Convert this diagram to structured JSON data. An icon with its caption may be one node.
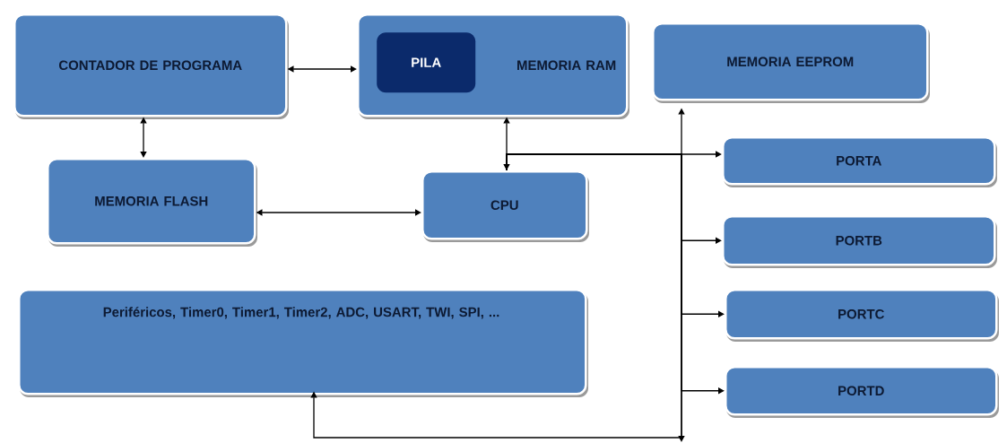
{
  "diagram": {
    "nodes": [
      {
        "text": [
          "CONTADOR DE PROGRAMA"
        ]
      },
      {
        "text": [
          "MEMORIA RAM"
        ]
      },
      {
        "text": [
          "PILA"
        ],
        "in": 1
      },
      {
        "text": [
          "MEMORIA EEPROM"
        ]
      },
      {
        "text": [
          "PORTA"
        ]
      },
      {
        "text": [
          "MEMORIA FLASH"
        ]
      },
      {
        "text": [
          "CPU"
        ]
      },
      {
        "text": [
          "PORTB"
        ]
      },
      {
        "text": [
          "Periféricos, Timer0, Timer1, Timer2, ADC, USART, TWI, SPI, ..."
        ]
      },
      {
        "text": [
          "PORTC"
        ]
      },
      {
        "text": [
          "PORTD"
        ]
      }
    ],
    "edges": [
      {
        "from": 0,
        "to": 1,
        "arrow": "both"
      },
      {
        "from": 0,
        "to": 5,
        "arrow": "both"
      },
      {
        "from": 5,
        "to": 6,
        "arrow": "both"
      },
      {
        "from": 1,
        "to": 6,
        "arrow": "both"
      },
      {
        "from": 6,
        "to": 4,
        "arrow": "to"
      },
      {
        "from": 6,
        "to": 3,
        "arrow": "to"
      },
      {
        "from": 6,
        "to": 7,
        "arrow": "to"
      },
      {
        "from": 6,
        "to": 9,
        "arrow": "to"
      },
      {
        "from": 6,
        "to": 10,
        "arrow": "to"
      },
      {
        "from": 6,
        "to": 8,
        "arrow": "to"
      },
      {
        "from": 6,
        "to": null,
        "arrow": "to"
      }
    ]
  }
}
